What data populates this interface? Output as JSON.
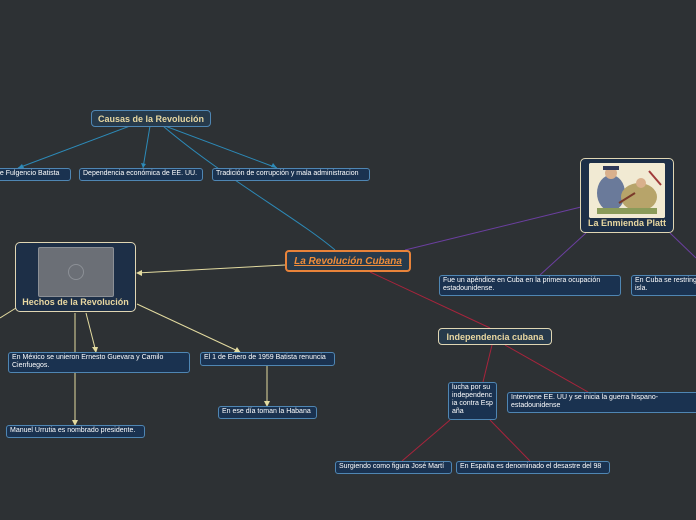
{
  "title": "La Revolución Cubana",
  "causas": {
    "label": "Causas de la Revolución",
    "items": [
      "de Fulgencio Batista",
      "Dependencia económica de EE. UU.",
      "Tradición de corrupción y mala administracion"
    ]
  },
  "hechos": {
    "label": "Hechos de la Revolución",
    "items": [
      "En México se unieron Ernesto Guevara y Camilo Cienfuegos.",
      "El 1 de Enero de 1959 Batista renuncia",
      "En ese día toman la Habana",
      "Manuel Urrutia es nombrado presidente."
    ]
  },
  "platt": {
    "label": "La Enmienda Platt",
    "items": [
      "Fue un apéndice en Cuba en la primera ocupación estadounidense.",
      "En Cuba se restringe isla."
    ]
  },
  "independencia": {
    "label": "Independencia cubana",
    "items": [
      "lucha por su independencia contra España",
      "Interviene EE. UU y se inicia la guerra hispano-estadounidense",
      "Surgiendo como figura José Martí",
      "En España es denominado el desastre del 98"
    ]
  },
  "colors": {
    "blue_line": "#2d8ab8",
    "yellow_line": "#e3dba0",
    "purple_line": "#6b3fa0",
    "red_line": "#a8243c",
    "central_border": "#e8833a"
  }
}
